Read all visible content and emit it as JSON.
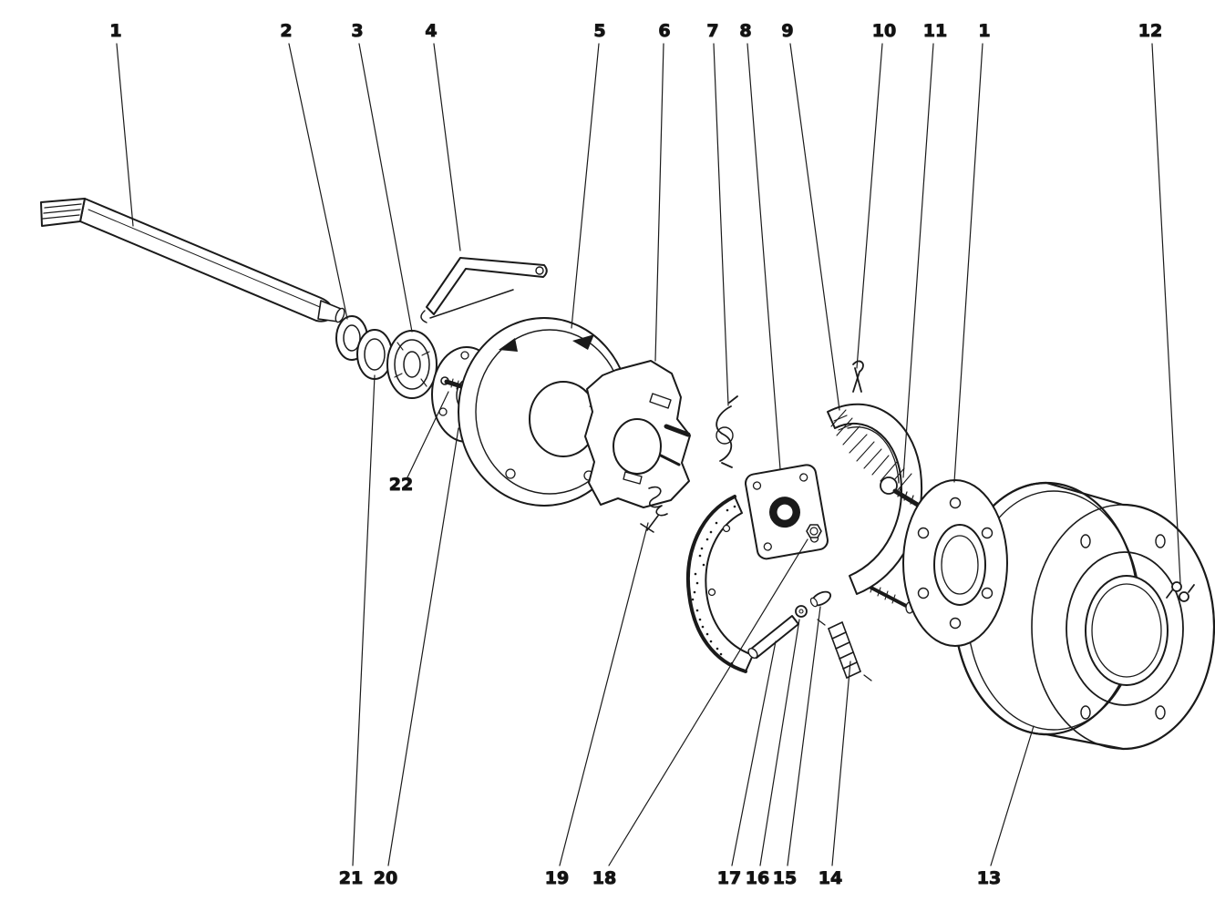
{
  "page": {
    "background": "#ffffff",
    "ink": "#1a1a1a"
  },
  "diagram": {
    "callouts": [
      {
        "label": "1"
      },
      {
        "label": "2"
      },
      {
        "label": "3"
      },
      {
        "label": "4"
      },
      {
        "label": "5"
      },
      {
        "label": "6"
      },
      {
        "label": "7"
      },
      {
        "label": "8"
      },
      {
        "label": "9"
      },
      {
        "label": "10"
      },
      {
        "label": "11"
      },
      {
        "label": "1"
      },
      {
        "label": "12"
      },
      {
        "label": "22"
      },
      {
        "label": "21"
      },
      {
        "label": "20"
      },
      {
        "label": "19"
      },
      {
        "label": "18"
      },
      {
        "label": "17"
      },
      {
        "label": "16"
      },
      {
        "label": "15"
      },
      {
        "label": "14"
      },
      {
        "label": "13"
      }
    ]
  }
}
